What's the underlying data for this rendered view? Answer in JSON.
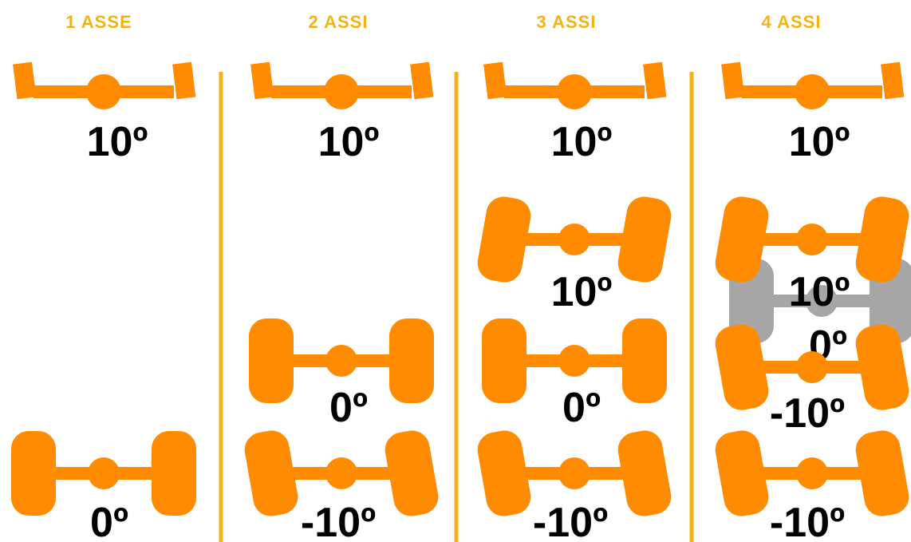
{
  "colors": {
    "axle": "#ff8c00",
    "ghost_axle": "#a6a6a6",
    "header": "#f2b318",
    "divider": "#f2b318",
    "label": "#000000"
  },
  "columns": [
    {
      "header": "1 ASSE",
      "axles": [
        {
          "label": "10º",
          "style": "steering",
          "steer_deg": 10,
          "tone": "main"
        },
        {
          "label": "0º",
          "style": "wheels",
          "steer_deg": 0,
          "tone": "main"
        }
      ]
    },
    {
      "header": "2 ASSI",
      "axles": [
        {
          "label": "10º",
          "style": "steering",
          "steer_deg": 10,
          "tone": "main"
        },
        {
          "label": "0º",
          "style": "wheels",
          "steer_deg": 0,
          "tone": "main"
        },
        {
          "label": "-10º",
          "style": "wheels",
          "steer_deg": -10,
          "tone": "main"
        }
      ]
    },
    {
      "header": "3 ASSI",
      "axles": [
        {
          "label": "10º",
          "style": "steering",
          "steer_deg": 10,
          "tone": "main"
        },
        {
          "label": "10º",
          "style": "wheels",
          "steer_deg": 10,
          "tone": "main"
        },
        {
          "label": "0º",
          "style": "wheels",
          "steer_deg": 0,
          "tone": "main"
        },
        {
          "label": "-10º",
          "style": "wheels",
          "steer_deg": -10,
          "tone": "main"
        }
      ]
    },
    {
      "header": "4 ASSI",
      "axles": [
        {
          "label": "10º",
          "style": "steering",
          "steer_deg": 10,
          "tone": "main"
        },
        {
          "label": "0º",
          "style": "wheels",
          "steer_deg": 0,
          "tone": "ghost"
        },
        {
          "label": "10º",
          "style": "wheels",
          "steer_deg": 10,
          "tone": "main"
        },
        {
          "label": "-10º",
          "style": "wheels",
          "steer_deg": -10,
          "tone": "main"
        },
        {
          "label": "-10º",
          "style": "wheels",
          "steer_deg": -10,
          "tone": "main"
        }
      ]
    }
  ]
}
